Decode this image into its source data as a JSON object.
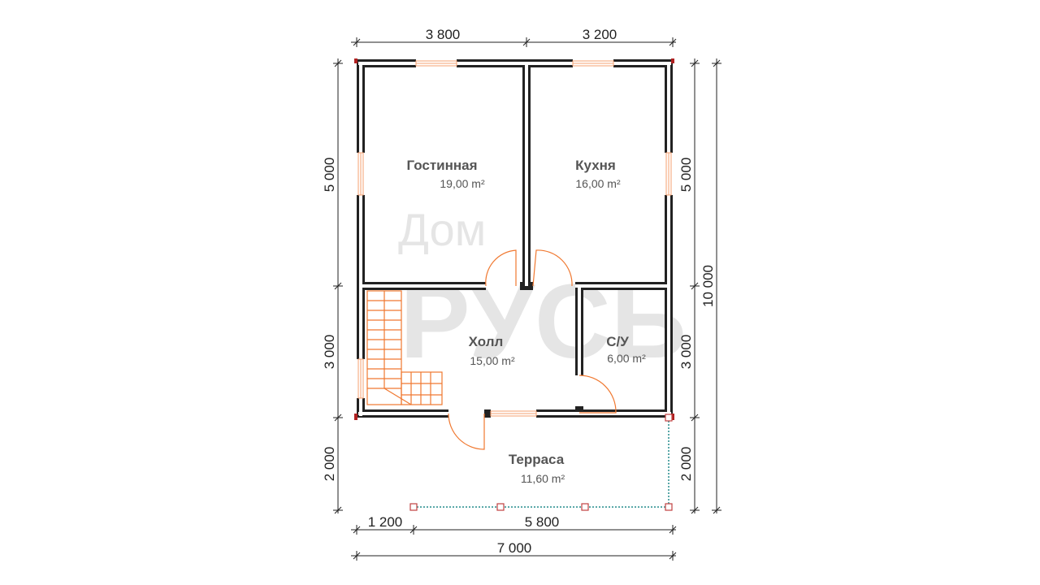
{
  "watermark": {
    "top": "Дом",
    "bottom": "РУСЬ"
  },
  "rooms": {
    "living": {
      "name": "Гостинная",
      "area": "19,00 m²"
    },
    "kitchen": {
      "name": "Кухня",
      "area": "16,00 m²"
    },
    "hall": {
      "name": "Холл",
      "area": "15,00 m²"
    },
    "bathroom": {
      "name": "С/У",
      "area": "6,00 m²"
    },
    "terrace": {
      "name": "Терраса",
      "area": "11,60 m²"
    }
  },
  "dimensions": {
    "top_left": "3 800",
    "top_right": "3 200",
    "left_top": "5 000",
    "left_middle": "3 000",
    "left_bottom": "2 000",
    "right_top": "5 000",
    "right_middle": "3 000",
    "right_bottom": "2 000",
    "right_total": "10 000",
    "bottom_left": "1 200",
    "bottom_right": "5 800",
    "bottom_total": "7 000"
  },
  "colors": {
    "wall": "#222222",
    "door": "#f07830",
    "window": "#f5a070",
    "railing": "#5aa8a8"
  }
}
